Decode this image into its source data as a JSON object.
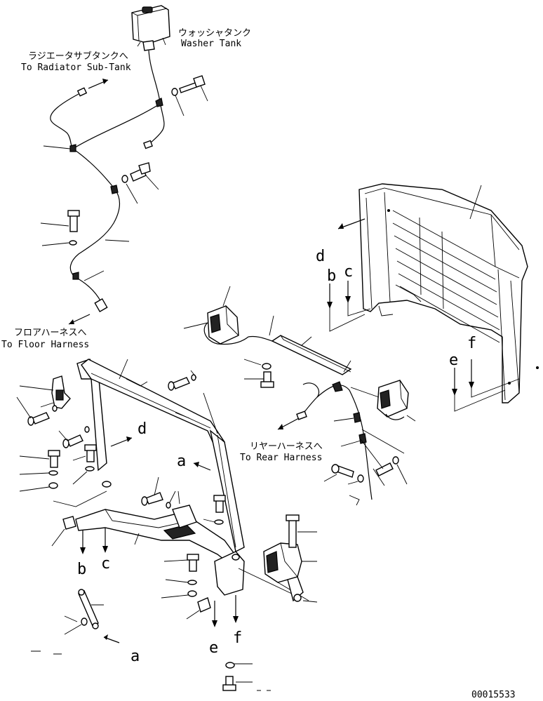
{
  "labels": {
    "washer_jp": "ウォッシャタンク",
    "washer_en": "Washer Tank",
    "radiator_jp": "ラジエータサブタンクへ",
    "radiator_en": "To Radiator Sub-Tank",
    "floor_jp": "フロアハーネスへ",
    "floor_en": "To Floor Harness",
    "rear_jp": "リヤーハーネスへ",
    "rear_en": "To Rear Harness",
    "footer_code": "00015533"
  },
  "callouts": {
    "a1": "a",
    "a2": "a",
    "b1": "b",
    "b2": "b",
    "c1": "c",
    "c2": "c",
    "d1": "d",
    "d2": "d",
    "e1": "e",
    "e2": "e",
    "f1": "f",
    "f2": "f"
  }
}
